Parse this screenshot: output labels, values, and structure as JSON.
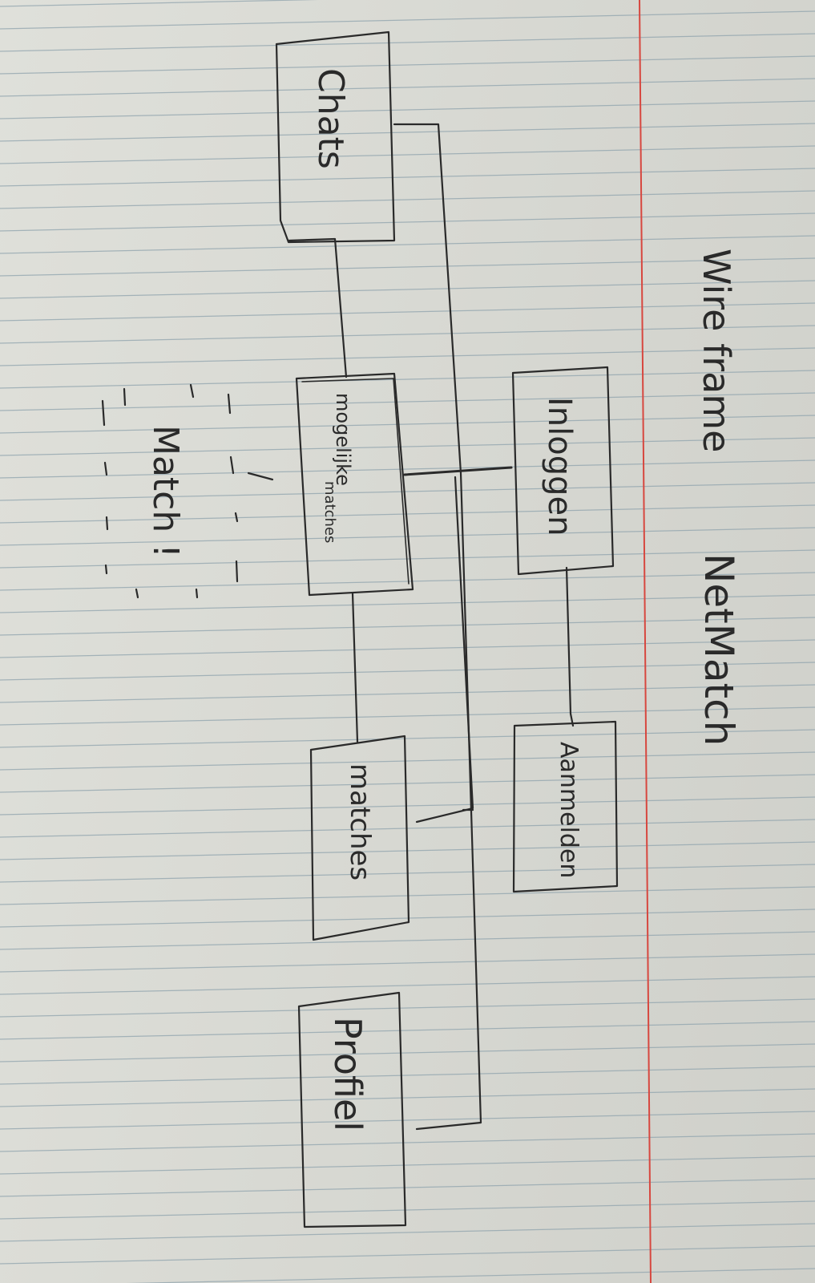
{
  "page": {
    "heading_left": "Wire frame",
    "heading_right": "NetMatch"
  },
  "boxes": {
    "chats": "Chats",
    "inloggen": "Inloggen",
    "aanmelden": "Aanmelden",
    "mogelijke_matches_line1": "mogelijke",
    "mogelijke_matches_line2": "matches",
    "matches": "matches",
    "profiel": "Profiel",
    "match_popup": "Match !"
  },
  "colors": {
    "paper": "#dcddd7",
    "rule_line": "#8fa3ad",
    "margin_line": "#d7473f",
    "ink": "#2a2a2a"
  }
}
